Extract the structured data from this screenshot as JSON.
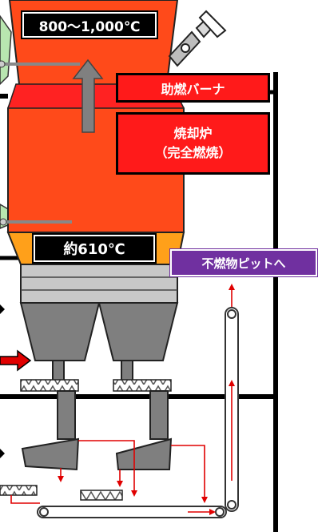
{
  "labels": {
    "top_temp": "800～1,000℃",
    "burner": "助燃バーナ",
    "incinerator_line1": "焼却炉",
    "incinerator_line2": "（完全燃焼）",
    "outlet_temp": "約610℃",
    "to_pit": "不燃物ピットへ"
  },
  "colors": {
    "furnace_body": "#ff4a1a",
    "furnace_band": "#ff2222",
    "transition": "#ffa01a",
    "hopper": "#7f7f7f",
    "hopper_band": "#c8c8c8",
    "frame": "#000000",
    "label_red": "#ff1a1a",
    "label_purple": "#7030a0",
    "flow_arrow": "#e00000",
    "updraft_arrow": "#808080"
  }
}
